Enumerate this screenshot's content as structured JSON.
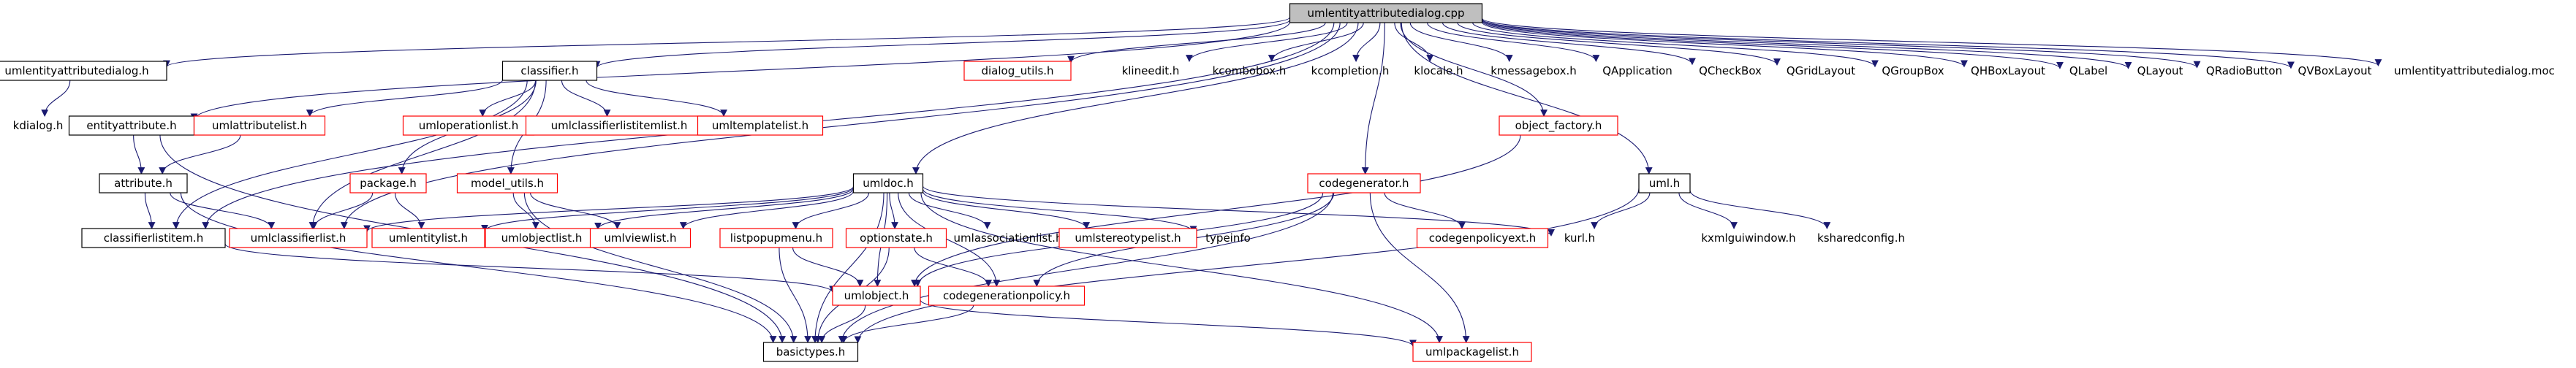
{
  "diagram": {
    "nodes": [
      {
        "id": "root",
        "label": "umlentityattributedialog.cpp",
        "style": "root"
      },
      {
        "id": "dialog_h",
        "label": "umlentityattributedialog.h",
        "style": "black"
      },
      {
        "id": "kdialog",
        "label": "kdialog.h",
        "style": "none"
      },
      {
        "id": "entityattribute",
        "label": "entityattribute.h",
        "style": "black"
      },
      {
        "id": "attribute",
        "label": "attribute.h",
        "style": "black"
      },
      {
        "id": "classifierlistitem",
        "label": "classifierlistitem.h",
        "style": "black"
      },
      {
        "id": "classifier",
        "label": "classifier.h",
        "style": "black"
      },
      {
        "id": "umlattributelist",
        "label": "umlattributelist.h",
        "style": "red"
      },
      {
        "id": "umloperationlist",
        "label": "umloperationlist.h",
        "style": "red"
      },
      {
        "id": "umlclassifierlistitemlist",
        "label": "umlclassifierlistitemlist.h",
        "style": "red"
      },
      {
        "id": "umltemplatelist",
        "label": "umltemplatelist.h",
        "style": "red"
      },
      {
        "id": "package",
        "label": "package.h",
        "style": "red"
      },
      {
        "id": "model_utils",
        "label": "model_utils.h",
        "style": "red"
      },
      {
        "id": "umlclassifierlist",
        "label": "umlclassifierlist.h",
        "style": "red"
      },
      {
        "id": "umlentitylist",
        "label": "umlentitylist.h",
        "style": "red"
      },
      {
        "id": "umldoc",
        "label": "umldoc.h",
        "style": "black"
      },
      {
        "id": "dialog_utils",
        "label": "dialog_utils.h",
        "style": "red"
      },
      {
        "id": "klineedit",
        "label": "klineedit.h",
        "style": "none"
      },
      {
        "id": "kcombobox",
        "label": "kcombobox.h",
        "style": "none"
      },
      {
        "id": "kcompletion",
        "label": "kcompletion.h",
        "style": "none"
      },
      {
        "id": "klocale",
        "label": "klocale.h",
        "style": "none"
      },
      {
        "id": "kmessagebox",
        "label": "kmessagebox.h",
        "style": "none"
      },
      {
        "id": "qapplication",
        "label": "QApplication",
        "style": "none"
      },
      {
        "id": "qcheckbox",
        "label": "QCheckBox",
        "style": "none"
      },
      {
        "id": "qgridlayout",
        "label": "QGridLayout",
        "style": "none"
      },
      {
        "id": "qgroupbox",
        "label": "QGroupBox",
        "style": "none"
      },
      {
        "id": "qhboxlayout",
        "label": "QHBoxLayout",
        "style": "none"
      },
      {
        "id": "qlabel",
        "label": "QLabel",
        "style": "none"
      },
      {
        "id": "qlayout",
        "label": "QLayout",
        "style": "none"
      },
      {
        "id": "qradiobutton",
        "label": "QRadioButton",
        "style": "none"
      },
      {
        "id": "qvboxlayout",
        "label": "QVBoxLayout",
        "style": "none"
      },
      {
        "id": "moc",
        "label": "umlentityattributedialog.moc",
        "style": "none"
      },
      {
        "id": "object_factory",
        "label": "object_factory.h",
        "style": "red"
      },
      {
        "id": "codegenerator",
        "label": "codegenerator.h",
        "style": "red"
      },
      {
        "id": "uml_h",
        "label": "uml.h",
        "style": "black"
      },
      {
        "id": "umlobjectlist",
        "label": "umlobjectlist.h",
        "style": "red"
      },
      {
        "id": "umlviewlist",
        "label": "umlviewlist.h",
        "style": "red"
      },
      {
        "id": "listpopupmenu",
        "label": "listpopupmenu.h",
        "style": "red"
      },
      {
        "id": "optionstate",
        "label": "optionstate.h",
        "style": "red"
      },
      {
        "id": "umlassociationlist",
        "label": "umlassociationlist.h",
        "style": "none"
      },
      {
        "id": "umlstereotypelist",
        "label": "umlstereotypelist.h",
        "style": "red"
      },
      {
        "id": "typeinfo",
        "label": "typeinfo",
        "style": "none"
      },
      {
        "id": "codegenpolicyext",
        "label": "codegenpolicyext.h",
        "style": "red"
      },
      {
        "id": "kurl",
        "label": "kurl.h",
        "style": "none"
      },
      {
        "id": "kxmlguiwindow",
        "label": "kxmlguiwindow.h",
        "style": "none"
      },
      {
        "id": "ksharedconfig",
        "label": "ksharedconfig.h",
        "style": "none"
      },
      {
        "id": "umlobject",
        "label": "umlobject.h",
        "style": "red"
      },
      {
        "id": "codegenerationpolicy",
        "label": "codegenerationpolicy.h",
        "style": "red"
      },
      {
        "id": "basictypes",
        "label": "basictypes.h",
        "style": "black"
      },
      {
        "id": "umlpackagelist",
        "label": "umlpackagelist.h",
        "style": "red"
      }
    ],
    "edges": [
      [
        "root",
        "dialog_h"
      ],
      [
        "root",
        "entityattribute"
      ],
      [
        "root",
        "classifier"
      ],
      [
        "root",
        "classifierlistitem"
      ],
      [
        "root",
        "umlclassifierlist"
      ],
      [
        "root",
        "umldoc"
      ],
      [
        "root",
        "dialog_utils"
      ],
      [
        "root",
        "klineedit"
      ],
      [
        "root",
        "kcombobox"
      ],
      [
        "root",
        "kcompletion"
      ],
      [
        "root",
        "klocale"
      ],
      [
        "root",
        "kmessagebox"
      ],
      [
        "root",
        "qapplication"
      ],
      [
        "root",
        "qcheckbox"
      ],
      [
        "root",
        "qgridlayout"
      ],
      [
        "root",
        "qgroupbox"
      ],
      [
        "root",
        "qhboxlayout"
      ],
      [
        "root",
        "qlabel"
      ],
      [
        "root",
        "qlayout"
      ],
      [
        "root",
        "qradiobutton"
      ],
      [
        "root",
        "qvboxlayout"
      ],
      [
        "root",
        "moc"
      ],
      [
        "root",
        "object_factory"
      ],
      [
        "root",
        "codegenerator"
      ],
      [
        "root",
        "uml_h"
      ],
      [
        "dialog_h",
        "kdialog"
      ],
      [
        "entityattribute",
        "attribute"
      ],
      [
        "entityattribute",
        "basictypes"
      ],
      [
        "attribute",
        "classifierlistitem"
      ],
      [
        "attribute",
        "umlclassifierlist"
      ],
      [
        "attribute",
        "basictypes"
      ],
      [
        "classifierlistitem",
        "umlobject"
      ],
      [
        "classifier",
        "umlattributelist"
      ],
      [
        "classifier",
        "umloperationlist"
      ],
      [
        "classifier",
        "umlclassifierlistitemlist"
      ],
      [
        "classifier",
        "umltemplatelist"
      ],
      [
        "classifier",
        "package"
      ],
      [
        "classifier",
        "model_utils"
      ],
      [
        "classifier",
        "umlclassifierlist"
      ],
      [
        "classifier",
        "classifierlistitem"
      ],
      [
        "umlattributelist",
        "attribute"
      ],
      [
        "package",
        "umlclassifierlist"
      ],
      [
        "package",
        "umlentitylist"
      ],
      [
        "model_utils",
        "umlobjectlist"
      ],
      [
        "model_utils",
        "umlviewlist"
      ],
      [
        "model_utils",
        "basictypes"
      ],
      [
        "umldoc",
        "umlclassifierlist"
      ],
      [
        "umldoc",
        "umlentitylist"
      ],
      [
        "umldoc",
        "umlobjectlist"
      ],
      [
        "umldoc",
        "umlviewlist"
      ],
      [
        "umldoc",
        "listpopupmenu"
      ],
      [
        "umldoc",
        "optionstate"
      ],
      [
        "umldoc",
        "umlassociationlist"
      ],
      [
        "umldoc",
        "umlstereotypelist"
      ],
      [
        "umldoc",
        "typeinfo"
      ],
      [
        "umldoc",
        "kurl"
      ],
      [
        "umldoc",
        "basictypes"
      ],
      [
        "umldoc",
        "umlpackagelist"
      ],
      [
        "umldoc",
        "umlobject"
      ],
      [
        "umldoc",
        "codegenerationpolicy"
      ],
      [
        "listpopupmenu",
        "umlobject"
      ],
      [
        "listpopupmenu",
        "basictypes"
      ],
      [
        "optionstate",
        "codegenerationpolicy"
      ],
      [
        "optionstate",
        "basictypes"
      ],
      [
        "object_factory",
        "umlobject"
      ],
      [
        "codegenerator",
        "codegenpolicyext"
      ],
      [
        "codegenerator",
        "codegenerationpolicy"
      ],
      [
        "codegenerator",
        "umlpackagelist"
      ],
      [
        "codegenerator",
        "basictypes"
      ],
      [
        "codegenerator",
        "umlobject"
      ],
      [
        "uml_h",
        "kurl"
      ],
      [
        "uml_h",
        "kxmlguiwindow"
      ],
      [
        "uml_h",
        "ksharedconfig"
      ],
      [
        "uml_h",
        "basictypes"
      ],
      [
        "umlobject",
        "basictypes"
      ],
      [
        "umlobject",
        "umlpackagelist"
      ],
      [
        "codegenerationpolicy",
        "basictypes"
      ]
    ]
  },
  "colors": {
    "edge": "#191970",
    "text": "#000000",
    "black_border": "#000000",
    "red_border": "#ff0000",
    "root_fill": "#bfbfbf",
    "root_text": "#000000",
    "red_text": "#000000"
  }
}
